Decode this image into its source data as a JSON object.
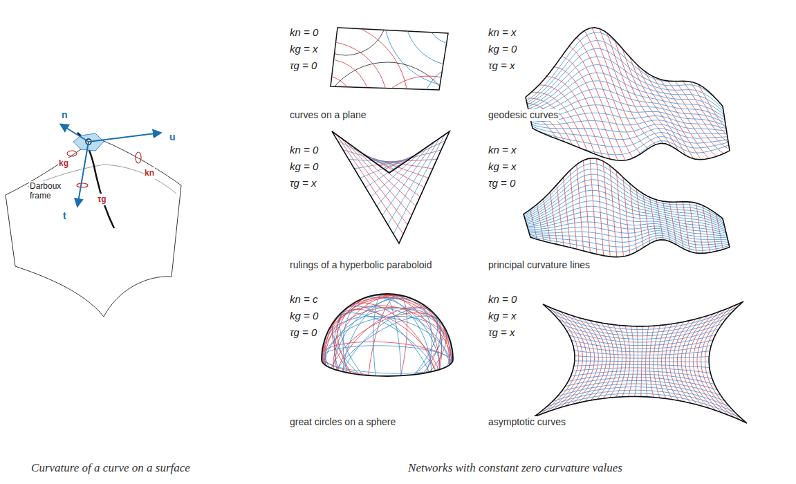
{
  "diagram": {
    "labels": [
      "n",
      "u",
      "kg",
      "kn",
      "Darboux frame",
      "τg",
      "t",
      "kn = 0",
      "kg = x",
      "τg = 0",
      "curves on a plane",
      "kn = x",
      "kg = 0",
      "τg = x",
      "geodesic curves",
      "kn = 0",
      "kg = 0",
      "τg = x",
      "rulings of a hyperbolic paraboloid",
      "kn = x",
      "kg = x",
      "τg = 0",
      "principal curvature lines",
      "kn = c",
      "kg = 0",
      "τg = 0",
      "great circles on a sphere",
      "kn = 0",
      "kg = x",
      "τg = x",
      "asymptotic curves",
      "Curvature of a curve on a surface",
      "Networks with constant zero curvature values"
    ]
  }
}
